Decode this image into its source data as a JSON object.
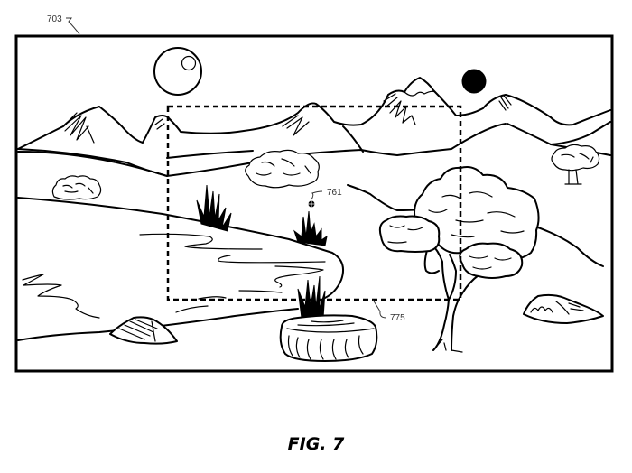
{
  "figure": {
    "caption": "FIG. 7",
    "reference_numerals": {
      "frame": "703",
      "point_of_interest": "761",
      "region_box": "775"
    },
    "scene": {
      "description": "Patent line drawing of a landscape scene displayed in a frame, with a dashed rectangular region and a marked point",
      "elements": [
        "outlined-moon",
        "solid-sun",
        "mountain-range",
        "rolling-hills",
        "shrubs",
        "small-tree",
        "large-tree",
        "lake",
        "reed-clumps",
        "rocks",
        "tree-stump"
      ]
    },
    "colors": {
      "ink": "#000000",
      "paper": "#ffffff"
    }
  }
}
